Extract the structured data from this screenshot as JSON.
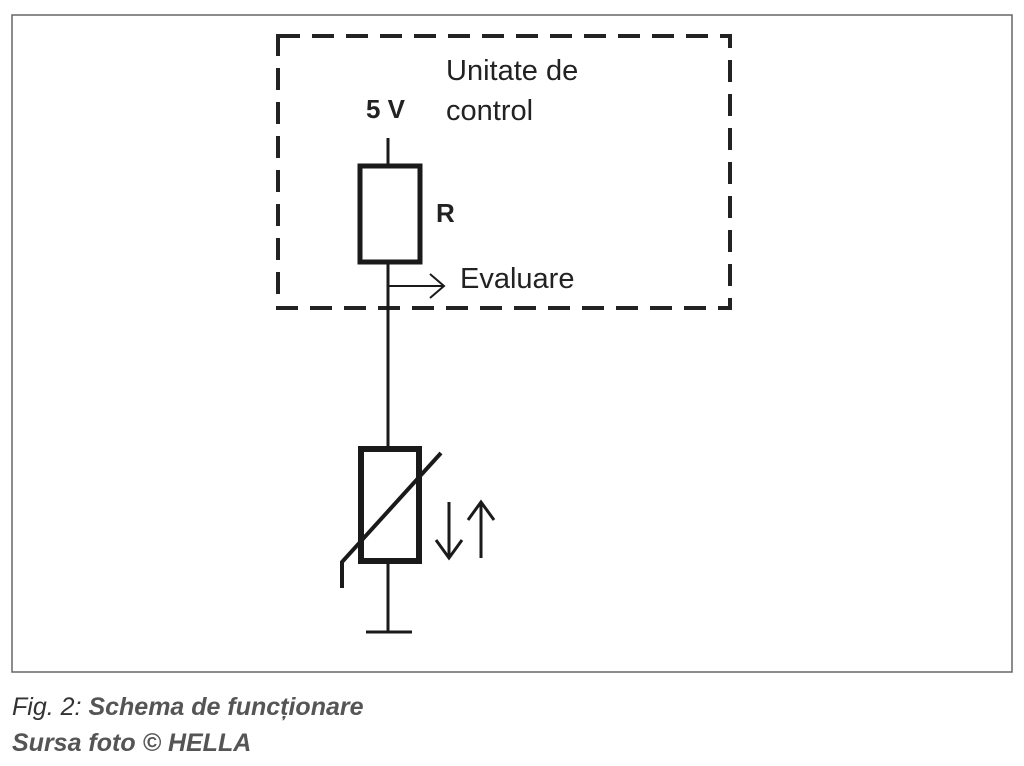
{
  "diagram": {
    "control_unit_line1": "Unitate de",
    "control_unit_line2": "control",
    "voltage": "5 V",
    "resistor": "R",
    "evaluation": "Evaluare"
  },
  "caption": {
    "fig_label": "Fig. 2:",
    "title": "Schema de funcționare",
    "source_label": "Sursa foto ©",
    "source": "HELLA"
  }
}
